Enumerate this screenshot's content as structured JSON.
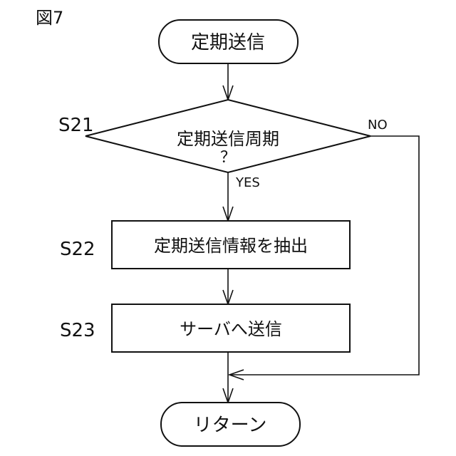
{
  "figure_label": "図7",
  "start": {
    "label": "定期送信"
  },
  "decision": {
    "step_id": "S21",
    "line1": "定期送信周期",
    "line2": "？",
    "yes_label": "YES",
    "no_label": "NO"
  },
  "step2": {
    "step_id": "S22",
    "label": "定期送信情報を抽出"
  },
  "step3": {
    "step_id": "S23",
    "label": "サーバへ送信"
  },
  "end": {
    "label": "リターン"
  }
}
